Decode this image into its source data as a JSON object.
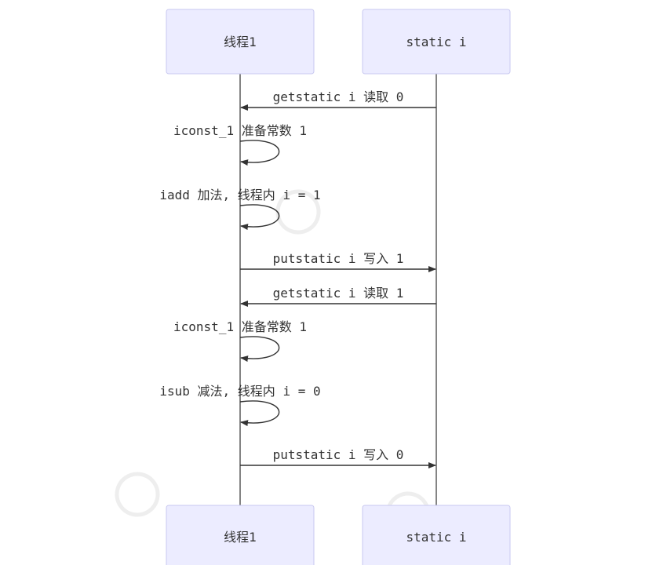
{
  "participants": [
    {
      "id": "thread1",
      "label": "线程1"
    },
    {
      "id": "static_i",
      "label": "static i"
    }
  ],
  "messages": [
    {
      "from": "static_i",
      "to": "thread1",
      "text": "getstatic i 读取 0",
      "kind": "arrow"
    },
    {
      "from": "thread1",
      "to": "thread1",
      "text": "iconst_1 准备常数 1",
      "kind": "self"
    },
    {
      "from": "thread1",
      "to": "thread1",
      "text": "iadd 加法, 线程内 i = 1",
      "kind": "self"
    },
    {
      "from": "thread1",
      "to": "static_i",
      "text": "putstatic i 写入 1",
      "kind": "arrow"
    },
    {
      "from": "static_i",
      "to": "thread1",
      "text": "getstatic i 读取 1",
      "kind": "arrow"
    },
    {
      "from": "thread1",
      "to": "thread1",
      "text": "iconst_1 准备常数 1",
      "kind": "self"
    },
    {
      "from": "thread1",
      "to": "thread1",
      "text": "isub 减法, 线程内 i = 0",
      "kind": "self"
    },
    {
      "from": "thread1",
      "to": "static_i",
      "text": "putstatic i 写入 0",
      "kind": "arrow"
    }
  ],
  "colors": {
    "actor_fill": "#ececff",
    "actor_stroke": "#c9c9f0",
    "line": "#333333",
    "text": "#333333"
  }
}
